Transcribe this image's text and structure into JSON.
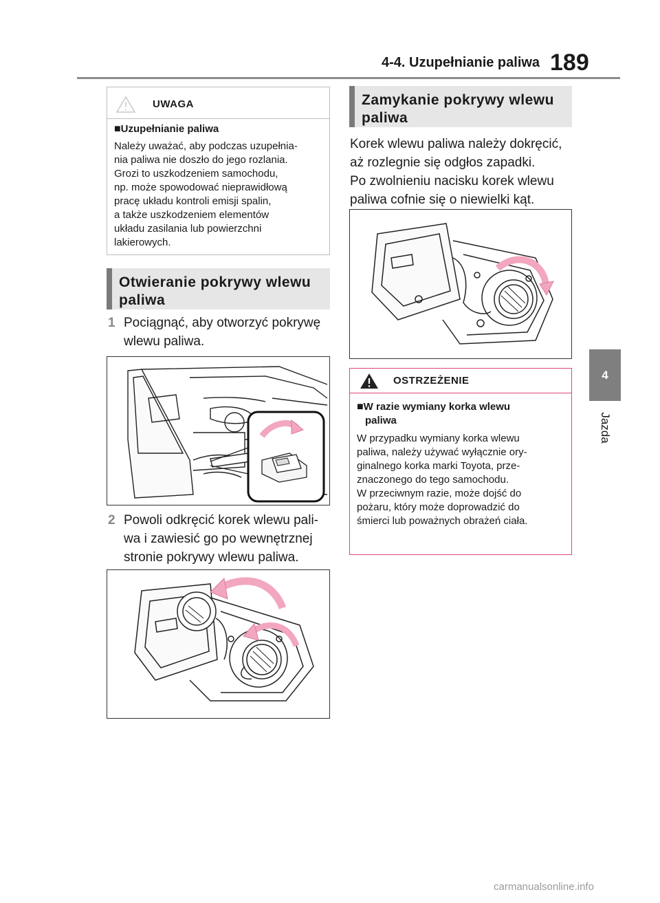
{
  "header": {
    "section_title": "4-4. Uzupełnianie paliwa",
    "page_number": "189"
  },
  "side_tab": {
    "number": "4",
    "label": "Jazda"
  },
  "caution": {
    "title": "UWAGA",
    "bullet": "■",
    "subtitle": "Uzupełnianie paliwa",
    "body_lines": [
      "Należy uważać, aby podczas uzupełnia-",
      "nia paliwa nie doszło do jego rozlania.",
      "Grozi to uszkodzeniem samochodu,",
      "np. może spowodować nieprawidłową",
      "pracę układu kontroli emisji spalin,",
      "a także uszkodzeniem elementów",
      "układu zasilania lub powierzchni",
      "lakierowych."
    ]
  },
  "opening": {
    "heading_lines": [
      "Otwieranie pokrywy wlewu",
      "paliwa"
    ],
    "step1": {
      "number": "1",
      "lines": [
        "Pociągnąć, aby otworzyć pokrywę",
        "wlewu paliwa."
      ]
    },
    "step2": {
      "number": "2",
      "lines": [
        "Powoli odkręcić korek wlewu pali-",
        "wa i zawiesić go po wewnętrznej",
        "stronie pokrywy wlewu paliwa."
      ]
    }
  },
  "closing": {
    "heading_lines": [
      "Zamykanie pokrywy wlewu",
      "paliwa"
    ],
    "text_lines": [
      "Korek wlewu paliwa należy dokręcić,",
      "aż rozlegnie się odgłos zapadki.",
      "Po zwolnieniu nacisku korek wlewu",
      "paliwa cofnie się o niewielki kąt."
    ]
  },
  "warning": {
    "title": "OSTRZEŻENIE",
    "bullet": "■",
    "subtitle_lines": [
      "W razie wymiany korka wlewu",
      "paliwa"
    ],
    "body_lines": [
      "W przypadku wymiany korka wlewu",
      "paliwa, należy używać wyłącznie ory-",
      "ginalnego korka marki Toyota, prze-",
      "znaczonego do tego samochodu.",
      "W przeciwnym razie, może dojść do",
      "pożaru, który może doprowadzić do",
      "śmierci lub poważnych obrażeń ciała."
    ]
  },
  "colors": {
    "accent_pink": "#f2a7bf",
    "warning_border": "#e0457b",
    "heading_bg": "#e6e6e6"
  },
  "watermark": "carmanualsonline.info"
}
